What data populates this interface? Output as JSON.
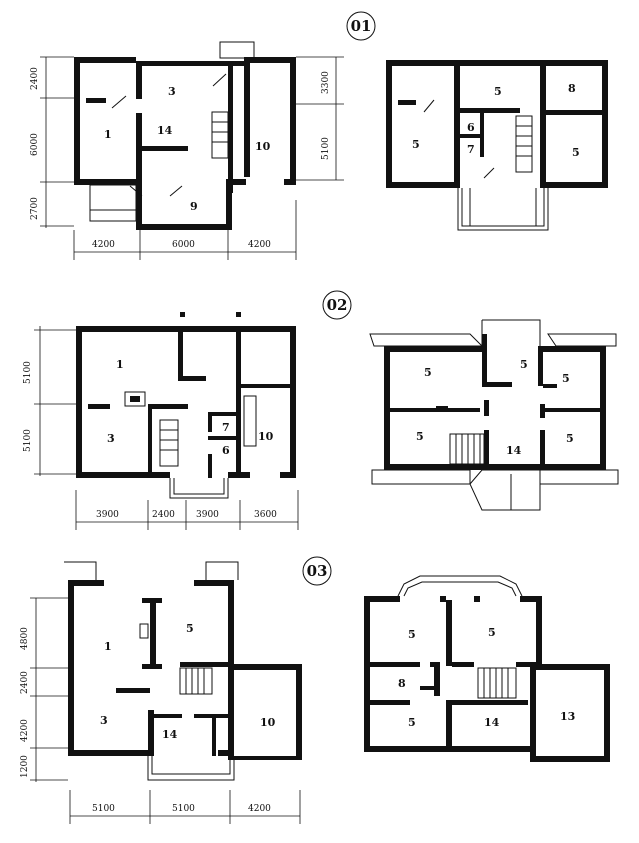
{
  "plans": [
    {
      "id": "01",
      "dims_top": [
        "2400",
        "6000",
        "2700"
      ],
      "dims_right": [
        "3300",
        "5100"
      ],
      "dims_bottom": [
        "4200",
        "6000",
        "4200"
      ],
      "ground_rooms": [
        "1",
        "3",
        "14",
        "9",
        "10"
      ],
      "upper_rooms": [
        "5",
        "5",
        "8",
        "6",
        "7",
        "5"
      ]
    },
    {
      "id": "02",
      "dims_left": [
        "5100",
        "5100"
      ],
      "dims_bottom": [
        "3900",
        "2400",
        "3900",
        "3600"
      ],
      "ground_rooms": [
        "1",
        "3",
        "7",
        "6",
        "10"
      ],
      "upper_rooms": [
        "5",
        "5",
        "5",
        "5",
        "14",
        "5"
      ]
    },
    {
      "id": "03",
      "dims_left": [
        "4800",
        "2400",
        "4200",
        "1200"
      ],
      "dims_bottom": [
        "5100",
        "5100",
        "4200"
      ],
      "ground_rooms": [
        "1",
        "5",
        "3",
        "14",
        "10"
      ],
      "upper_rooms": [
        "5",
        "5",
        "8",
        "5",
        "14",
        "13"
      ]
    }
  ]
}
